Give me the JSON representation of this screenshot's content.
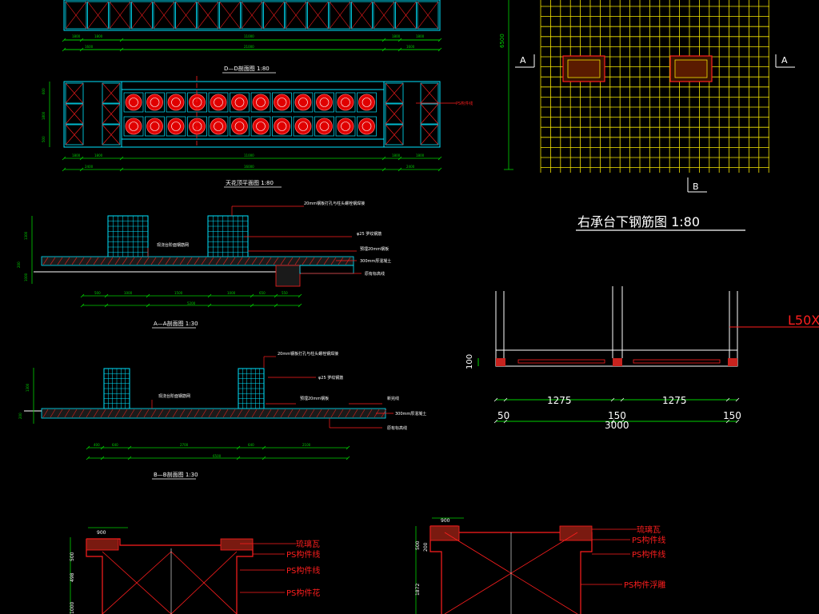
{
  "sheet": {
    "titles": {
      "dd_section": "D—D剖面图 1:80",
      "ceiling_plan": "天花顶平面图 1:80",
      "aa_section": "A—A剖面图 1:30",
      "bb_section": "B—B剖面图 1:30",
      "right_rebar": "右承台下钢筋图 1:80"
    },
    "dd_dims": {
      "top": [
        "1800",
        "1800",
        "11000",
        "1800",
        "1800"
      ],
      "bottom": [
        "1600",
        "21000",
        "1600"
      ]
    },
    "plan_dims": {
      "top": [
        "1800",
        "1800",
        "11000",
        "1800",
        "1800"
      ],
      "bottom": [
        "2400",
        "16000",
        "2400"
      ],
      "left": [
        "600",
        "1800",
        "500"
      ]
    },
    "aa_dims": {
      "left": [
        "1300",
        "200",
        "1000"
      ],
      "row": [
        "500",
        "1000",
        "1500",
        "1000",
        "650",
        "550"
      ],
      "total": "5200"
    },
    "aa_labels": {
      "l1": "20mm钢板打孔与柱头螺栓钢焊接",
      "l2": "φ25 罗纹钢筋",
      "l3": "现浇台阶面钢筋网",
      "l4": "预埋20mm钢板",
      "l5": "300mm厚混凝土",
      "l6": "原有标高线"
    },
    "bb_dims": {
      "left": [
        "1300",
        "200"
      ],
      "row": [
        "400",
        "640",
        "2700",
        "640",
        "2100"
      ],
      "total": "6500"
    },
    "bb_labels": {
      "l1": "20mm钢板打孔与柱头螺栓钢焊接",
      "l2": "φ25 罗纹钢筋",
      "l3": "现浇台阶面钢筋网",
      "l4": "预埋20mm钢板",
      "l5": "新完线",
      "l6": "300mm厚混凝土",
      "l7": "原有标高线"
    },
    "ps_label": "PS构件线",
    "grid_plan": {
      "dim_left": "6500",
      "marker_a": "A",
      "marker_b": "B"
    },
    "rebar_dims": {
      "height": "100",
      "span_left": "1275",
      "span_right": "1275",
      "edge_left": "50",
      "mid": "150",
      "edge_right": "150",
      "total": "3000",
      "callout": "L50X"
    },
    "bottom_left": {
      "width": "900",
      "left_dims": [
        "1000",
        "498",
        "500"
      ],
      "labels": [
        "琉璃瓦",
        "PS构件线",
        "PS构件线",
        "PS构件花"
      ]
    },
    "bottom_right": {
      "width": "900",
      "left_dims": [
        "1872",
        "500",
        "200"
      ],
      "labels": [
        "琉璃瓦",
        "PS构件线",
        "PS构件线",
        "PS构件浮雕"
      ]
    }
  },
  "colors": {
    "cyan": "#00e5ff",
    "green": "#00d200",
    "red": "#ff1e1e",
    "yellow": "#f5e600",
    "white": "#ffffff",
    "brick": "#c8231e"
  }
}
